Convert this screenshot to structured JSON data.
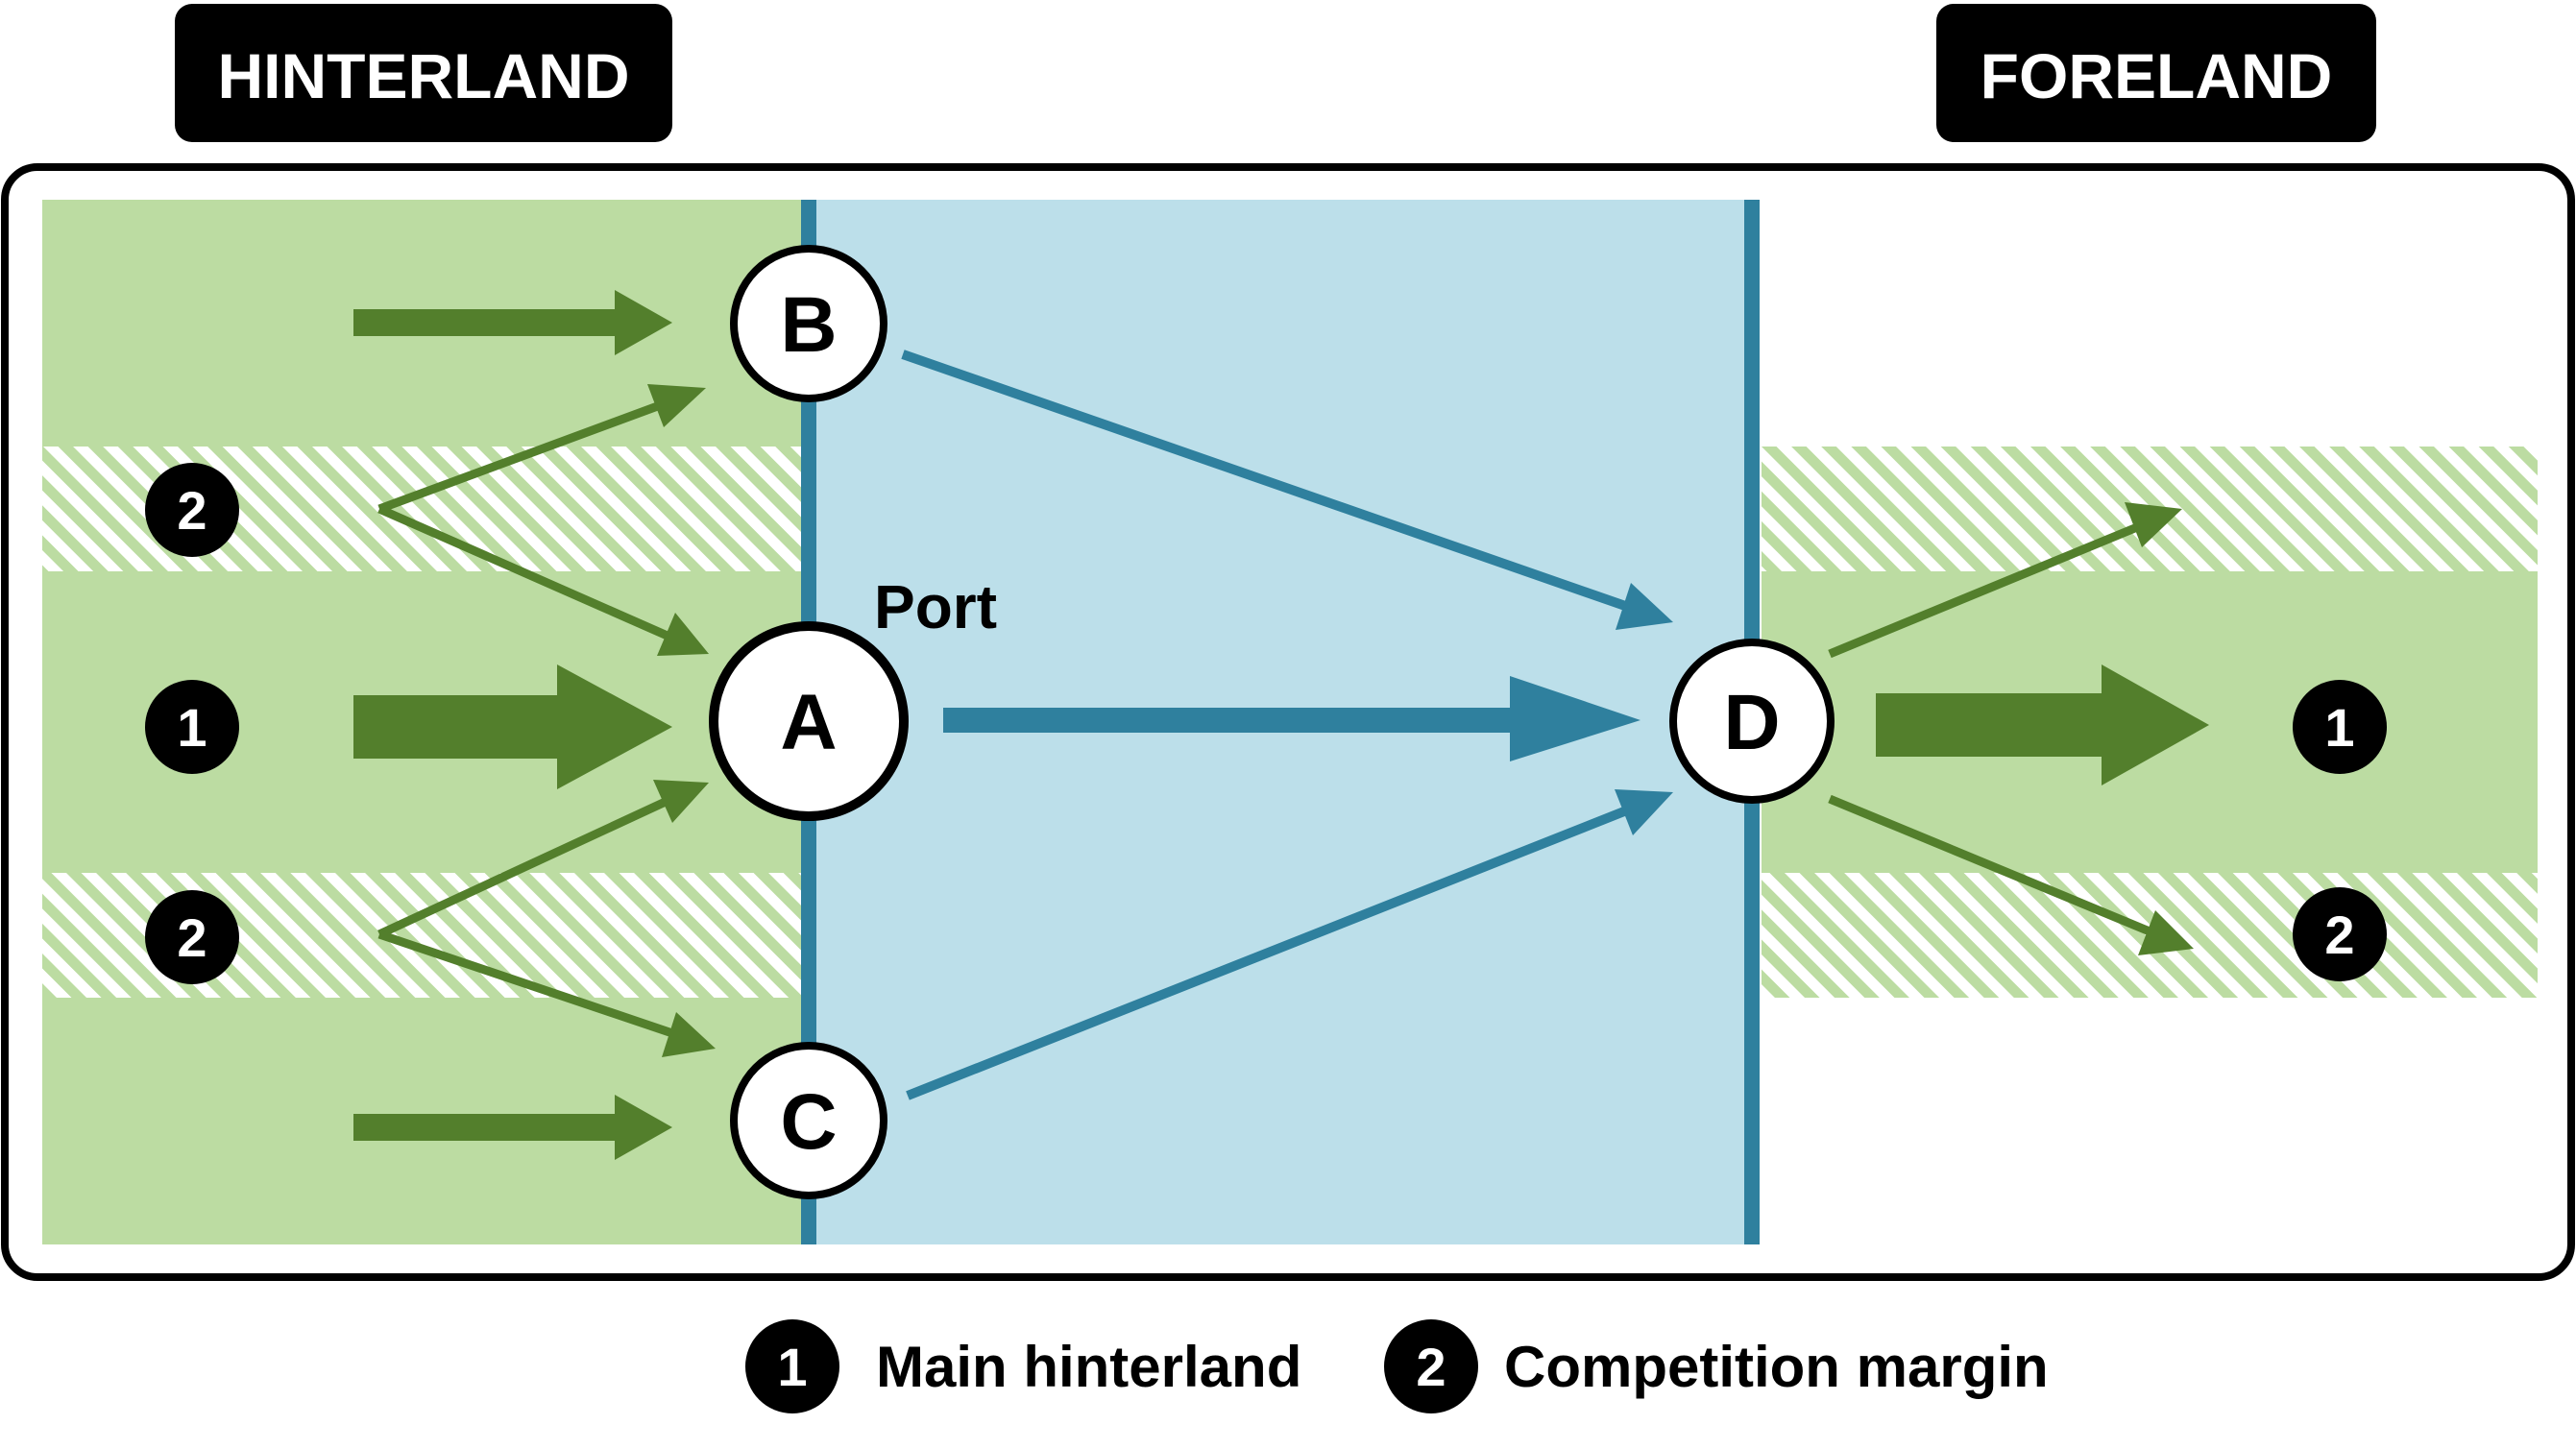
{
  "headers": {
    "hinterland": "HINTERLAND",
    "foreland": "FORELAND"
  },
  "nodes": {
    "a": "A",
    "b": "B",
    "c": "C",
    "d": "D"
  },
  "port_label": "Port",
  "badges": {
    "one": "1",
    "two": "2"
  },
  "legend": {
    "main_hinterland": "Main hinterland",
    "competition_margin": "Competition margin"
  },
  "colors": {
    "hinterland_green": "#bcdca2",
    "arrow_green": "#537f2c",
    "sea_blue": "#bcdfea",
    "route_blue": "#2f809e",
    "badge_black": "#000000"
  }
}
